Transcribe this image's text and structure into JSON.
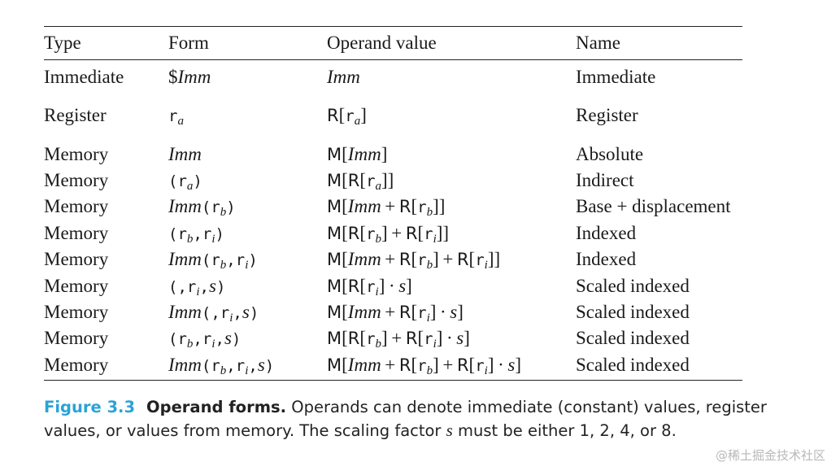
{
  "table": {
    "headers": [
      "Type",
      "Form",
      "Operand value",
      "Name"
    ],
    "rows": [
      {
        "type": "Immediate",
        "form": "$Imm",
        "operand": "Imm",
        "name": "Immediate"
      },
      {
        "type": "Register",
        "form": "r_a",
        "operand": "R[r_a]",
        "name": "Register"
      },
      {
        "type": "Memory",
        "form": "Imm",
        "operand": "M[Imm]",
        "name": "Absolute"
      },
      {
        "type": "Memory",
        "form": "(r_a)",
        "operand": "M[R[r_a]]",
        "name": "Indirect"
      },
      {
        "type": "Memory",
        "form": "Imm(r_b)",
        "operand": "M[Imm + R[r_b]]",
        "name": "Base + displacement"
      },
      {
        "type": "Memory",
        "form": "(r_b,r_i)",
        "operand": "M[R[r_b] + R[r_i]]",
        "name": "Indexed"
      },
      {
        "type": "Memory",
        "form": "Imm(r_b,r_i)",
        "operand": "M[Imm + R[r_b] + R[r_i]]",
        "name": "Indexed"
      },
      {
        "type": "Memory",
        "form": "(,r_i,s)",
        "operand": "M[R[r_i] · s]",
        "name": "Scaled indexed"
      },
      {
        "type": "Memory",
        "form": "Imm(,r_i,s)",
        "operand": "M[Imm + R[r_i] · s]",
        "name": "Scaled indexed"
      },
      {
        "type": "Memory",
        "form": "(r_b,r_i,s)",
        "operand": "M[R[r_b] + R[r_i] · s]",
        "name": "Scaled indexed"
      },
      {
        "type": "Memory",
        "form": "Imm(r_b,r_i,s)",
        "operand": "M[Imm + R[r_b] + R[r_i] · s]",
        "name": "Scaled indexed"
      }
    ]
  },
  "caption": {
    "figure_label": "Figure 3.3",
    "title": "Operand forms.",
    "text_before_s": "Operands can denote immediate (constant) values, register values, or values from memory. The scaling factor",
    "s_symbol": "s",
    "text_after_s": "must be either 1, 2, 4, or 8."
  },
  "watermark": "@稀土掘金技术社区"
}
